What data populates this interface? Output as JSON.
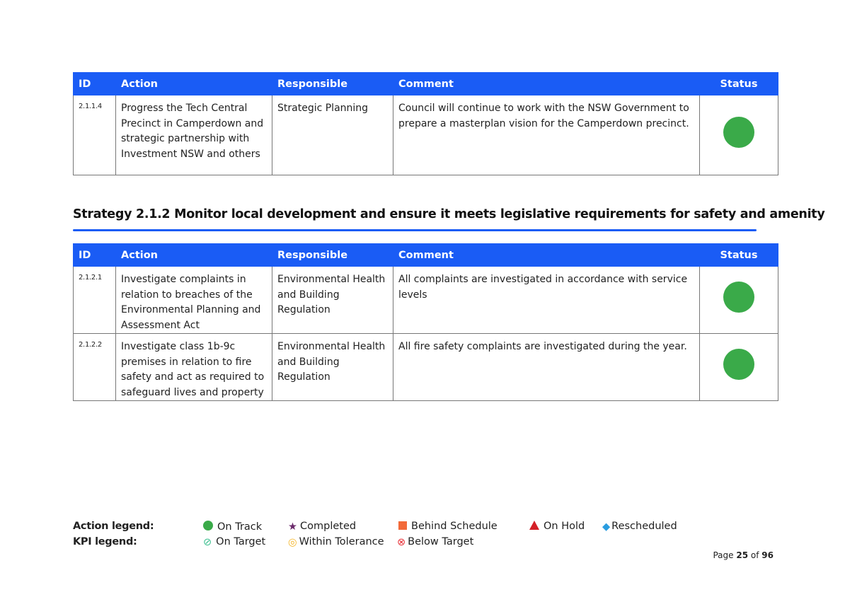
{
  "columns": {
    "id": "ID",
    "action": "Action",
    "responsible": "Responsible",
    "comment": "Comment",
    "status": "Status"
  },
  "table1": [
    {
      "id": "2.1.1.4",
      "action": "Progress the Tech Central Precinct in Camperdown and strategic partnership with Investment NSW and others",
      "responsible": "Strategic Planning",
      "comment": "Council will continue to work with the NSW Government to prepare a masterplan vision for the Camperdown precinct.",
      "status": "On Track"
    }
  ],
  "strategy_heading": "Strategy 2.1.2 Monitor local development and ensure it meets legislative requirements for safety and amenity",
  "table2": [
    {
      "id": "2.1.2.1",
      "action": "Investigate complaints in relation to breaches of the Environmental Planning and Assessment Act",
      "responsible": "Environmental Health and Building Regulation",
      "comment": "All complaints are investigated in accordance with service levels",
      "status": "On Track"
    },
    {
      "id": "2.1.2.2",
      "action": "Investigate class 1b-9c premises in relation to fire safety and act as required to safeguard lives and property",
      "responsible": "Environmental Health and Building Regulation",
      "comment": "All fire safety complaints are investigated during the year.",
      "status": "On Track"
    }
  ],
  "legend": {
    "action_label": "Action legend:",
    "kpi_label": "KPI legend:",
    "action": [
      "On Track",
      "Completed",
      "Behind Schedule",
      "On Hold",
      "Rescheduled"
    ],
    "kpi": [
      "On Target",
      "Within Tolerance",
      "Below Target"
    ]
  },
  "page": {
    "prefix": "Page",
    "current": "25",
    "of": "of",
    "total": "96"
  },
  "colors": {
    "header": "#1a5cf5",
    "on_track": "#3aaa49",
    "completed": "#6b2a6b",
    "behind": "#f26a3a",
    "on_hold": "#d42027",
    "rescheduled": "#2a9de0"
  }
}
